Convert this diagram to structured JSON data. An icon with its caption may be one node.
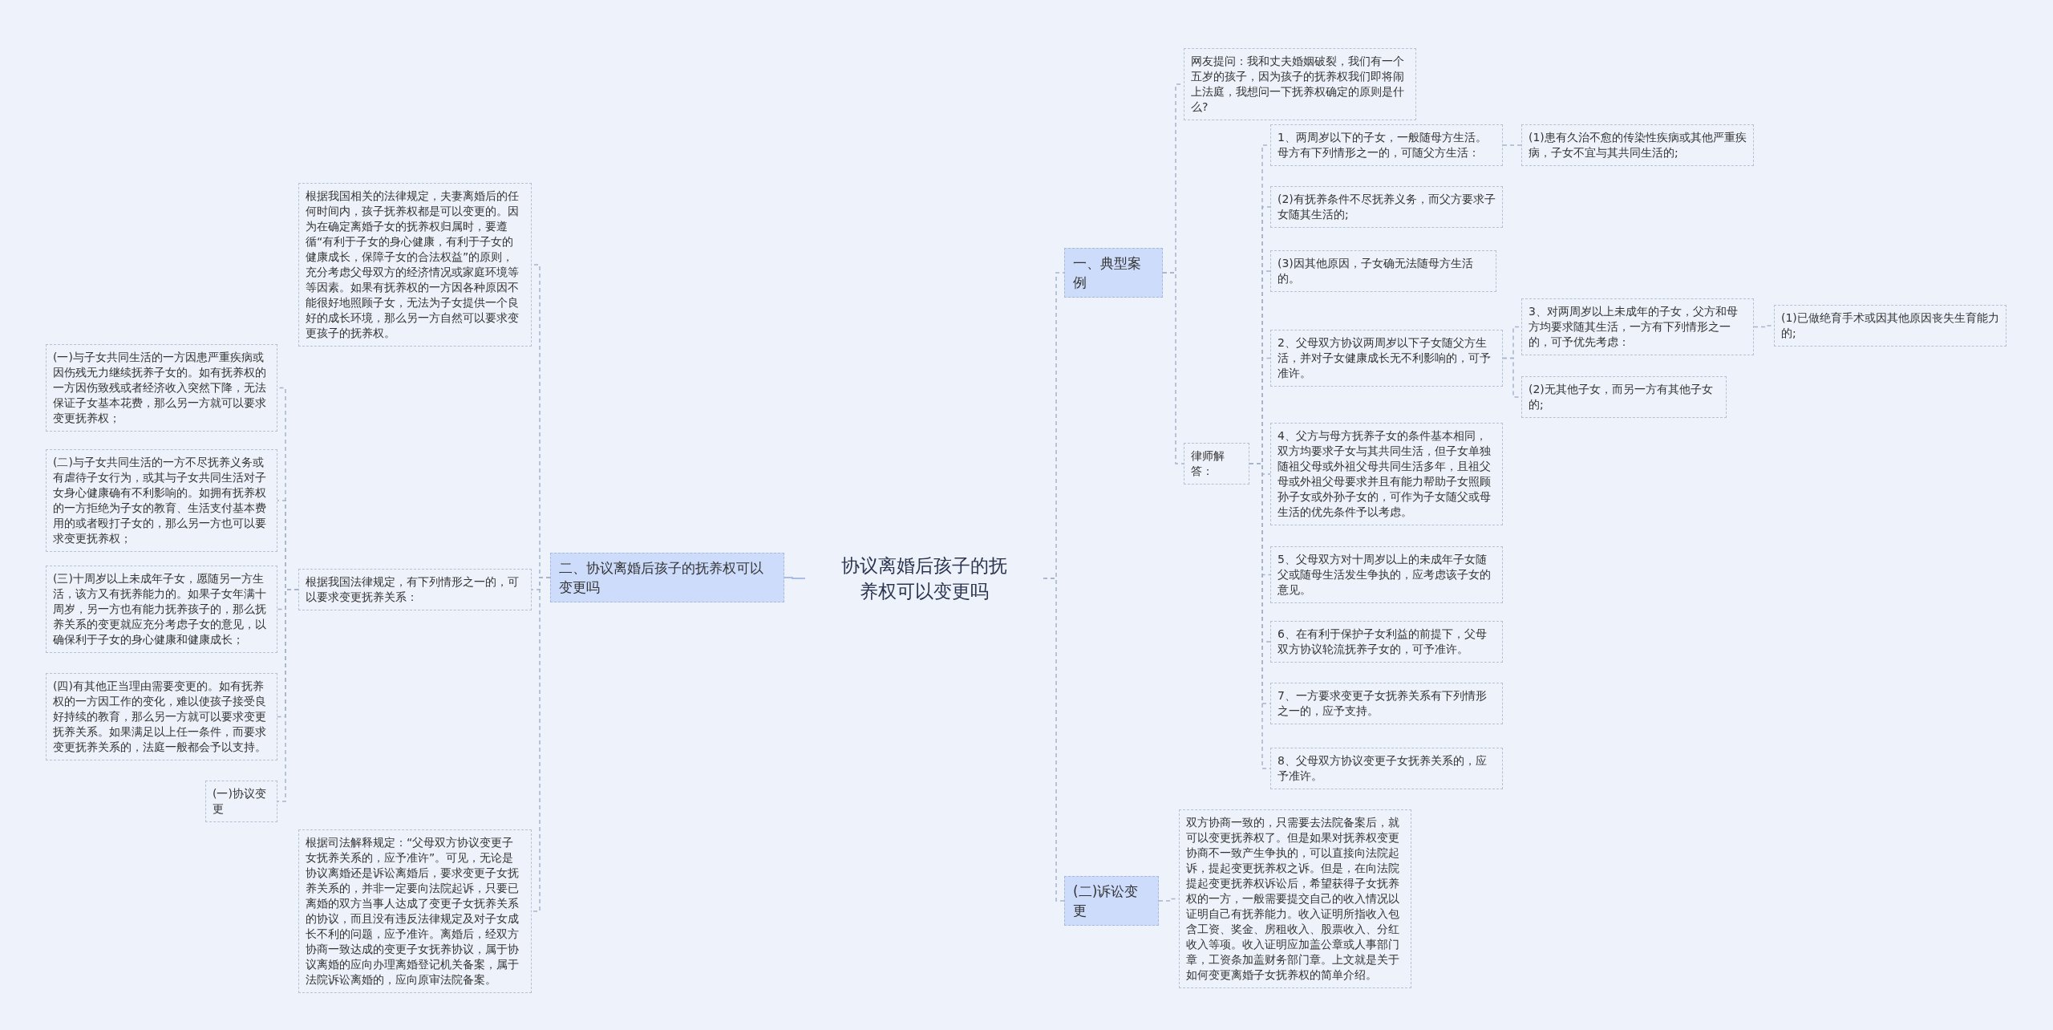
{
  "diagram": {
    "nodes": [
      {
        "text": [
          "协议离婚后孩子的抚养权可以变更吗"
        ]
      },
      {
        "text": [
          "一、典型案例"
        ]
      },
      {
        "text": [
          "网友提问：我和丈夫婚姻破裂，我们有一个五岁的孩子，因为孩子的抚养权我们即将闹上法庭，我想问一下抚养权确定的原则是什么?"
        ]
      },
      {
        "text": [
          "律师解答："
        ]
      },
      {
        "text": [
          "1、两周岁以下的子女，一般随母方生活。母方有下列情形之一的，可随父方生活："
        ]
      },
      {
        "text": [
          "(1)患有久治不愈的传染性疾病或其他严重疾病，子女不宜与其共同生活的;"
        ]
      },
      {
        "text": [
          "(2)有抚养条件不尽抚养义务，而父方要求子女随其生活的;"
        ]
      },
      {
        "text": [
          "(3)因其他原因，子女确无法随母方生活的。"
        ]
      },
      {
        "text": [
          "2、父母双方协议两周岁以下子女随父方生活，并对子女健康成长无不利影响的，可予准许。"
        ]
      },
      {
        "text": [
          "3、对两周岁以上未成年的子女，父方和母方均要求随其生活，一方有下列情形之一的，可予优先考虑："
        ]
      },
      {
        "text": [
          "(1)已做绝育手术或因其他原因丧失生育能力的;"
        ]
      },
      {
        "text": [
          "(2)无其他子女，而另一方有其他子女的;"
        ]
      },
      {
        "text": [
          "4、父方与母方抚养子女的条件基本相同，双方均要求子女与其共同生活，但子女单独随祖父母或外祖父母共同生活多年，且祖父母或外祖父母要求并且有能力帮助子女照顾孙子女或外孙子女的，可作为子女随父或母生活的优先条件予以考虑。"
        ]
      },
      {
        "text": [
          "5、父母双方对十周岁以上的未成年子女随父或随母生活发生争执的，应考虑该子女的意见。"
        ]
      },
      {
        "text": [
          "6、在有利于保护子女利益的前提下，父母双方协议轮流抚养子女的，可予准许。"
        ]
      },
      {
        "text": [
          "7、一方要求变更子女抚养关系有下列情形之一的，应予支持。"
        ]
      },
      {
        "text": [
          "8、父母双方协议变更子女抚养关系的，应予准许。"
        ]
      },
      {
        "text": [
          "(二)诉讼变更"
        ]
      },
      {
        "text": [
          "双方协商一致的，只需要去法院备案后，就可以变更抚养权了。但是如果对抚养权变更协商不一致产生争执的，可以直接向法院起诉，提起变更抚养权之诉。但是，在向法院提起变更抚养权诉讼后，希望获得子女抚养权的一方，一般需要提交自己的收入情况以证明自己有抚养能力。收入证明所指收入包含工资、奖金、房租收入、股票收入、分红收入等项。收入证明应加盖公章或人事部门章，工资条加盖财务部门章。上文就是关于如何变更离婚子女抚养权的简单介绍。"
        ]
      },
      {
        "text": [
          "二、协议离婚后孩子的抚养权可以变更吗"
        ]
      },
      {
        "text": [
          "根据我国相关的法律规定，夫妻离婚后的任何时间内，孩子抚养权都是可以变更的。因为在确定离婚子女的抚养权归属时，要遵循“有利于子女的身心健康，有利于子女的健康成长，保障子女的合法权益”的原则，充分考虑父母双方的经济情况或家庭环境等等因素。如果有抚养权的一方因各种原因不能很好地照顾子女，无法为子女提供一个良好的成长环境，那么另一方自然可以要求变更孩子的抚养权。"
        ]
      },
      {
        "text": [
          "根据我国法律规定，有下列情形之一的，可以要求变更抚养关系："
        ]
      },
      {
        "text": [
          "(一)与子女共同生活的一方因患严重疾病或因伤残无力继续抚养子女的。如有抚养权的一方因伤致残或者经济收入突然下降，无法保证子女基本花费，那么另一方就可以要求变更抚养权；"
        ]
      },
      {
        "text": [
          "(二)与子女共同生活的一方不尽抚养义务或有虐待子女行为，或其与子女共同生活对子女身心健康确有不利影响的。如拥有抚养权的一方拒绝为子女的教育、生活支付基本费用的或者殴打子女的，那么另一方也可以要求变更抚养权；"
        ]
      },
      {
        "text": [
          "(三)十周岁以上未成年子女，愿随另一方生活，该方又有抚养能力的。如果子女年满十周岁，另一方也有能力抚养孩子的，那么抚养关系的变更就应充分考虑子女的意见，以确保利于子女的身心健康和健康成长；"
        ]
      },
      {
        "text": [
          "(四)有其他正当理由需要变更的。如有抚养权的一方因工作的变化，难以使孩子接受良好持续的教育，那么另一方就可以要求变更抚养关系。如果满足以上任一条件，而要求变更抚养关系的，法庭一般都会予以支持。"
        ]
      },
      {
        "text": [
          "(一)协议变更"
        ]
      },
      {
        "text": [
          "根据司法解释规定：“父母双方协议变更子女抚养关系的，应予准许”。可见，无论是协议离婚还是诉讼离婚后，要求变更子女抚养关系的，并非一定要向法院起诉，只要已离婚的双方当事人达成了变更子女抚养关系的协议，而且没有违反法律规定及对子女成长不利的问题，应予准许。离婚后，经双方协商一致达成的变更子女抚养协议，属于协议离婚的应向办理离婚登记机关备案，属于法院诉讼离婚的，应向原审法院备案。"
        ]
      }
    ],
    "edges": [
      {
        "from": 0,
        "to": 1,
        "arrow": "none",
        "style": "dashed"
      },
      {
        "from": 0,
        "to": 17,
        "arrow": "none",
        "style": "dashed"
      },
      {
        "from": 0,
        "to": 19,
        "arrow": "none"
      },
      {
        "from": 1,
        "to": 2,
        "arrow": "none",
        "style": "dashed"
      },
      {
        "from": 1,
        "to": 3,
        "arrow": "none",
        "style": "dashed"
      },
      {
        "from": 3,
        "to": 4,
        "arrow": "none",
        "style": "dashed"
      },
      {
        "from": 3,
        "to": 6,
        "arrow": "none",
        "style": "dashed"
      },
      {
        "from": 3,
        "to": 7,
        "arrow": "none",
        "style": "dashed"
      },
      {
        "from": 3,
        "to": 8,
        "arrow": "none",
        "style": "dashed"
      },
      {
        "from": 3,
        "to": 12,
        "arrow": "none",
        "style": "dashed"
      },
      {
        "from": 3,
        "to": 13,
        "arrow": "none",
        "style": "dashed"
      },
      {
        "from": 3,
        "to": 14,
        "arrow": "none",
        "style": "dashed"
      },
      {
        "from": 3,
        "to": 15,
        "arrow": "none",
        "style": "dashed"
      },
      {
        "from": 3,
        "to": 16,
        "arrow": "none",
        "style": "dashed"
      },
      {
        "from": 4,
        "to": 5,
        "arrow": "none",
        "style": "dashed"
      },
      {
        "from": 8,
        "to": 9,
        "arrow": "none",
        "style": "dashed"
      },
      {
        "from": 8,
        "to": 11,
        "arrow": "none",
        "style": "dashed"
      },
      {
        "from": 9,
        "to": 10,
        "arrow": "none",
        "style": "dashed"
      },
      {
        "from": 17,
        "to": 18,
        "arrow": "none",
        "style": "dashed"
      },
      {
        "from": 19,
        "to": 20,
        "arrow": "none",
        "style": "dashed"
      },
      {
        "from": 19,
        "to": 21,
        "arrow": "none",
        "style": "dashed"
      },
      {
        "from": 19,
        "to": 27,
        "arrow": "none",
        "style": "dashed"
      },
      {
        "from": 21,
        "to": 22,
        "arrow": "none",
        "style": "dashed"
      },
      {
        "from": 21,
        "to": 23,
        "arrow": "none",
        "style": "dashed"
      },
      {
        "from": 21,
        "to": 24,
        "arrow": "none",
        "style": "dashed"
      },
      {
        "from": 21,
        "to": 25,
        "arrow": "none",
        "style": "dashed"
      },
      {
        "from": 21,
        "to": 26,
        "arrow": "none",
        "style": "dashed"
      }
    ]
  }
}
